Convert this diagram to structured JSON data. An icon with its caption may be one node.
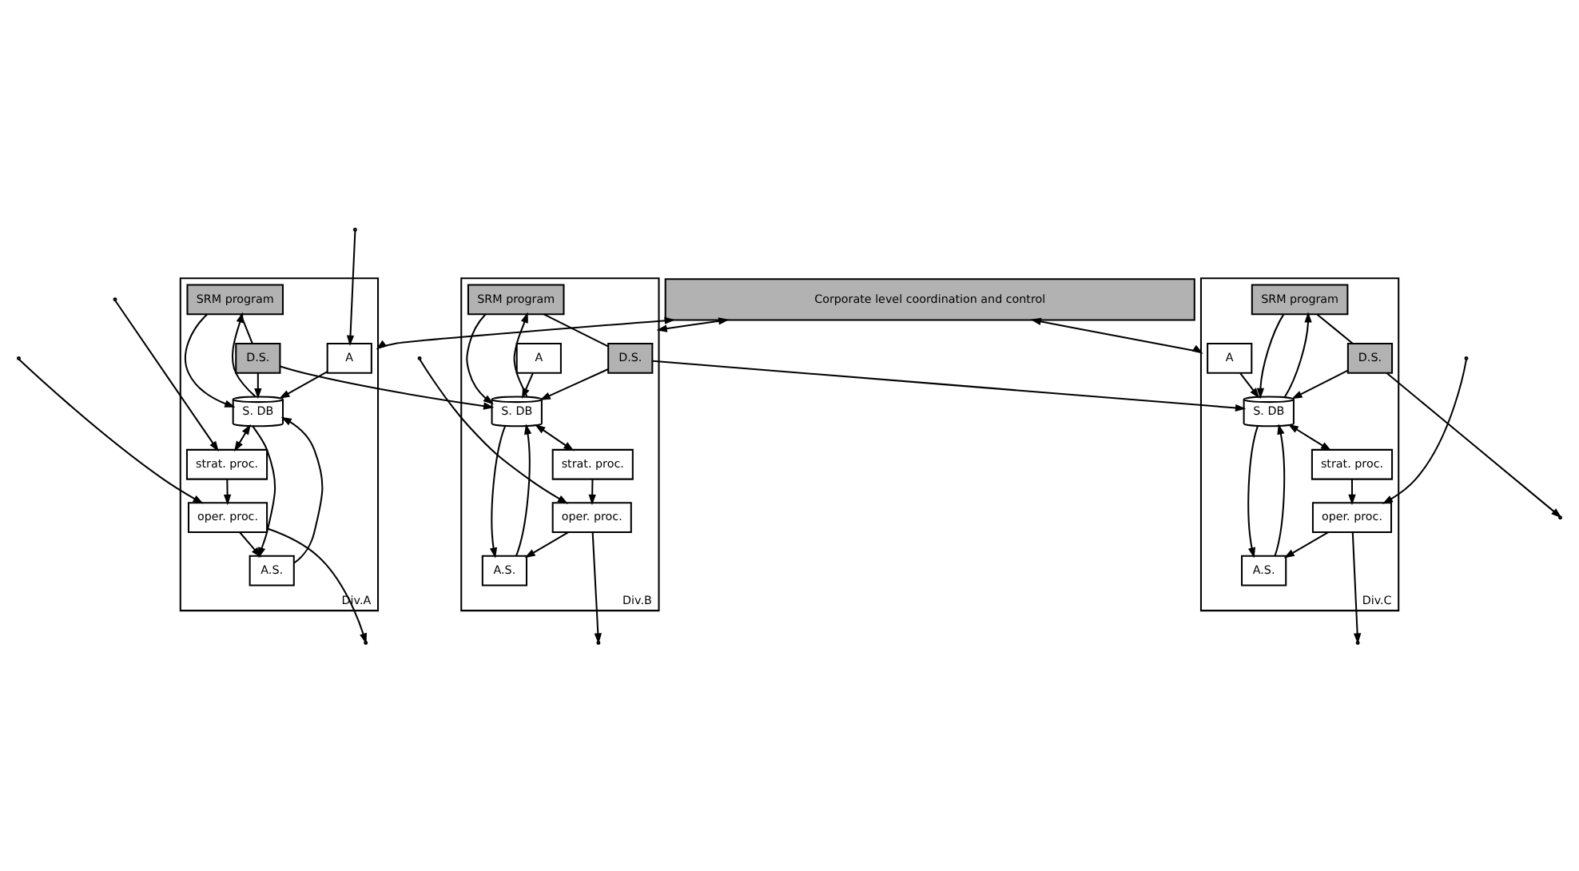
{
  "diagram": {
    "nodes": [
      {
        "text": [
          "Corporate level coordination and control"
        ]
      },
      {
        "text": [
          "Div.A"
        ]
      },
      {
        "text": [
          "A"
        ],
        "in": 1
      },
      {
        "text": [
          "SRM program"
        ],
        "in": 1
      },
      {
        "text": [
          "S. DB"
        ],
        "in": 1
      },
      {
        "text": [
          "A.S."
        ],
        "in": 1
      },
      {
        "text": [
          "D.S."
        ],
        "in": 1
      },
      {
        "text": [
          "strat. proc."
        ],
        "in": 1
      },
      {
        "text": [
          "oper. proc."
        ],
        "in": 1
      },
      {
        "text": [
          "Div.B"
        ]
      },
      {
        "text": [
          "A"
        ],
        "in": 9
      },
      {
        "text": [
          "SRM program"
        ],
        "in": 9
      },
      {
        "text": [
          "S. DB"
        ],
        "in": 9
      },
      {
        "text": [
          "A.S."
        ],
        "in": 9
      },
      {
        "text": [
          "D.S."
        ],
        "in": 9
      },
      {
        "text": [
          "strat. proc."
        ],
        "in": 9
      },
      {
        "text": [
          "oper. proc."
        ],
        "in": 9
      },
      {
        "text": [
          "Div.C"
        ]
      },
      {
        "text": [
          "A"
        ],
        "in": 17
      },
      {
        "text": [
          "SRM program"
        ],
        "in": 17
      },
      {
        "text": [
          "S. DB"
        ],
        "in": 17
      },
      {
        "text": [
          "A.S."
        ],
        "in": 17
      },
      {
        "text": [
          "D.S."
        ],
        "in": 17
      },
      {
        "text": [
          "strat. proc."
        ],
        "in": 17
      },
      {
        "text": [
          "oper. proc."
        ],
        "in": 17
      }
    ],
    "edges": [
      {
        "from": 0,
        "to": 1,
        "arrow": "both"
      },
      {
        "from": 0,
        "to": 9,
        "arrow": "both"
      },
      {
        "from": 0,
        "to": 17,
        "arrow": "both"
      },
      {
        "from": null,
        "to": 2,
        "arrow": "to"
      },
      {
        "from": 2,
        "to": 4,
        "arrow": "to"
      },
      {
        "from": 4,
        "to": 3,
        "arrow": "to"
      },
      {
        "from": 3,
        "to": 4,
        "arrow": "to"
      },
      {
        "from": 4,
        "to": 5,
        "arrow": "to"
      },
      {
        "from": 5,
        "to": 4,
        "arrow": "to"
      },
      {
        "from": 3,
        "to": 6,
        "arrow": "none"
      },
      {
        "from": 6,
        "to": 4,
        "arrow": "to"
      },
      {
        "from": 4,
        "to": 7,
        "arrow": "both"
      },
      {
        "from": null,
        "to": 7,
        "arrow": "to"
      },
      {
        "from": 7,
        "to": 8,
        "arrow": "to"
      },
      {
        "from": null,
        "to": 8,
        "arrow": "to"
      },
      {
        "from": 8,
        "to": 5,
        "arrow": "to"
      },
      {
        "from": 8,
        "to": null,
        "arrow": "to"
      },
      {
        "from": 6,
        "to": 12,
        "arrow": "to"
      },
      {
        "from": 10,
        "to": 12,
        "arrow": "to"
      },
      {
        "from": 12,
        "to": 11,
        "arrow": "to"
      },
      {
        "from": 11,
        "to": 12,
        "arrow": "to"
      },
      {
        "from": 12,
        "to": 13,
        "arrow": "to"
      },
      {
        "from": 13,
        "to": 12,
        "arrow": "to"
      },
      {
        "from": 11,
        "to": 14,
        "arrow": "none"
      },
      {
        "from": 14,
        "to": 12,
        "arrow": "to"
      },
      {
        "from": 12,
        "to": 15,
        "arrow": "both"
      },
      {
        "from": 15,
        "to": 16,
        "arrow": "to"
      },
      {
        "from": null,
        "to": 16,
        "arrow": "to"
      },
      {
        "from": 16,
        "to": 13,
        "arrow": "to"
      },
      {
        "from": 16,
        "to": null,
        "arrow": "to"
      },
      {
        "from": 14,
        "to": 20,
        "arrow": "to"
      },
      {
        "from": 18,
        "to": 20,
        "arrow": "to"
      },
      {
        "from": 20,
        "to": 19,
        "arrow": "to"
      },
      {
        "from": 19,
        "to": 20,
        "arrow": "to"
      },
      {
        "from": 20,
        "to": 21,
        "arrow": "to"
      },
      {
        "from": 21,
        "to": 20,
        "arrow": "to"
      },
      {
        "from": 19,
        "to": 22,
        "arrow": "none"
      },
      {
        "from": 22,
        "to": 20,
        "arrow": "to"
      },
      {
        "from": 20,
        "to": 23,
        "arrow": "both"
      },
      {
        "from": 23,
        "to": 24,
        "arrow": "to"
      },
      {
        "from": null,
        "to": 24,
        "arrow": "to"
      },
      {
        "from": 24,
        "to": 21,
        "arrow": "to"
      },
      {
        "from": 24,
        "to": null,
        "arrow": "to"
      },
      {
        "from": 22,
        "to": null,
        "arrow": "to"
      }
    ]
  }
}
